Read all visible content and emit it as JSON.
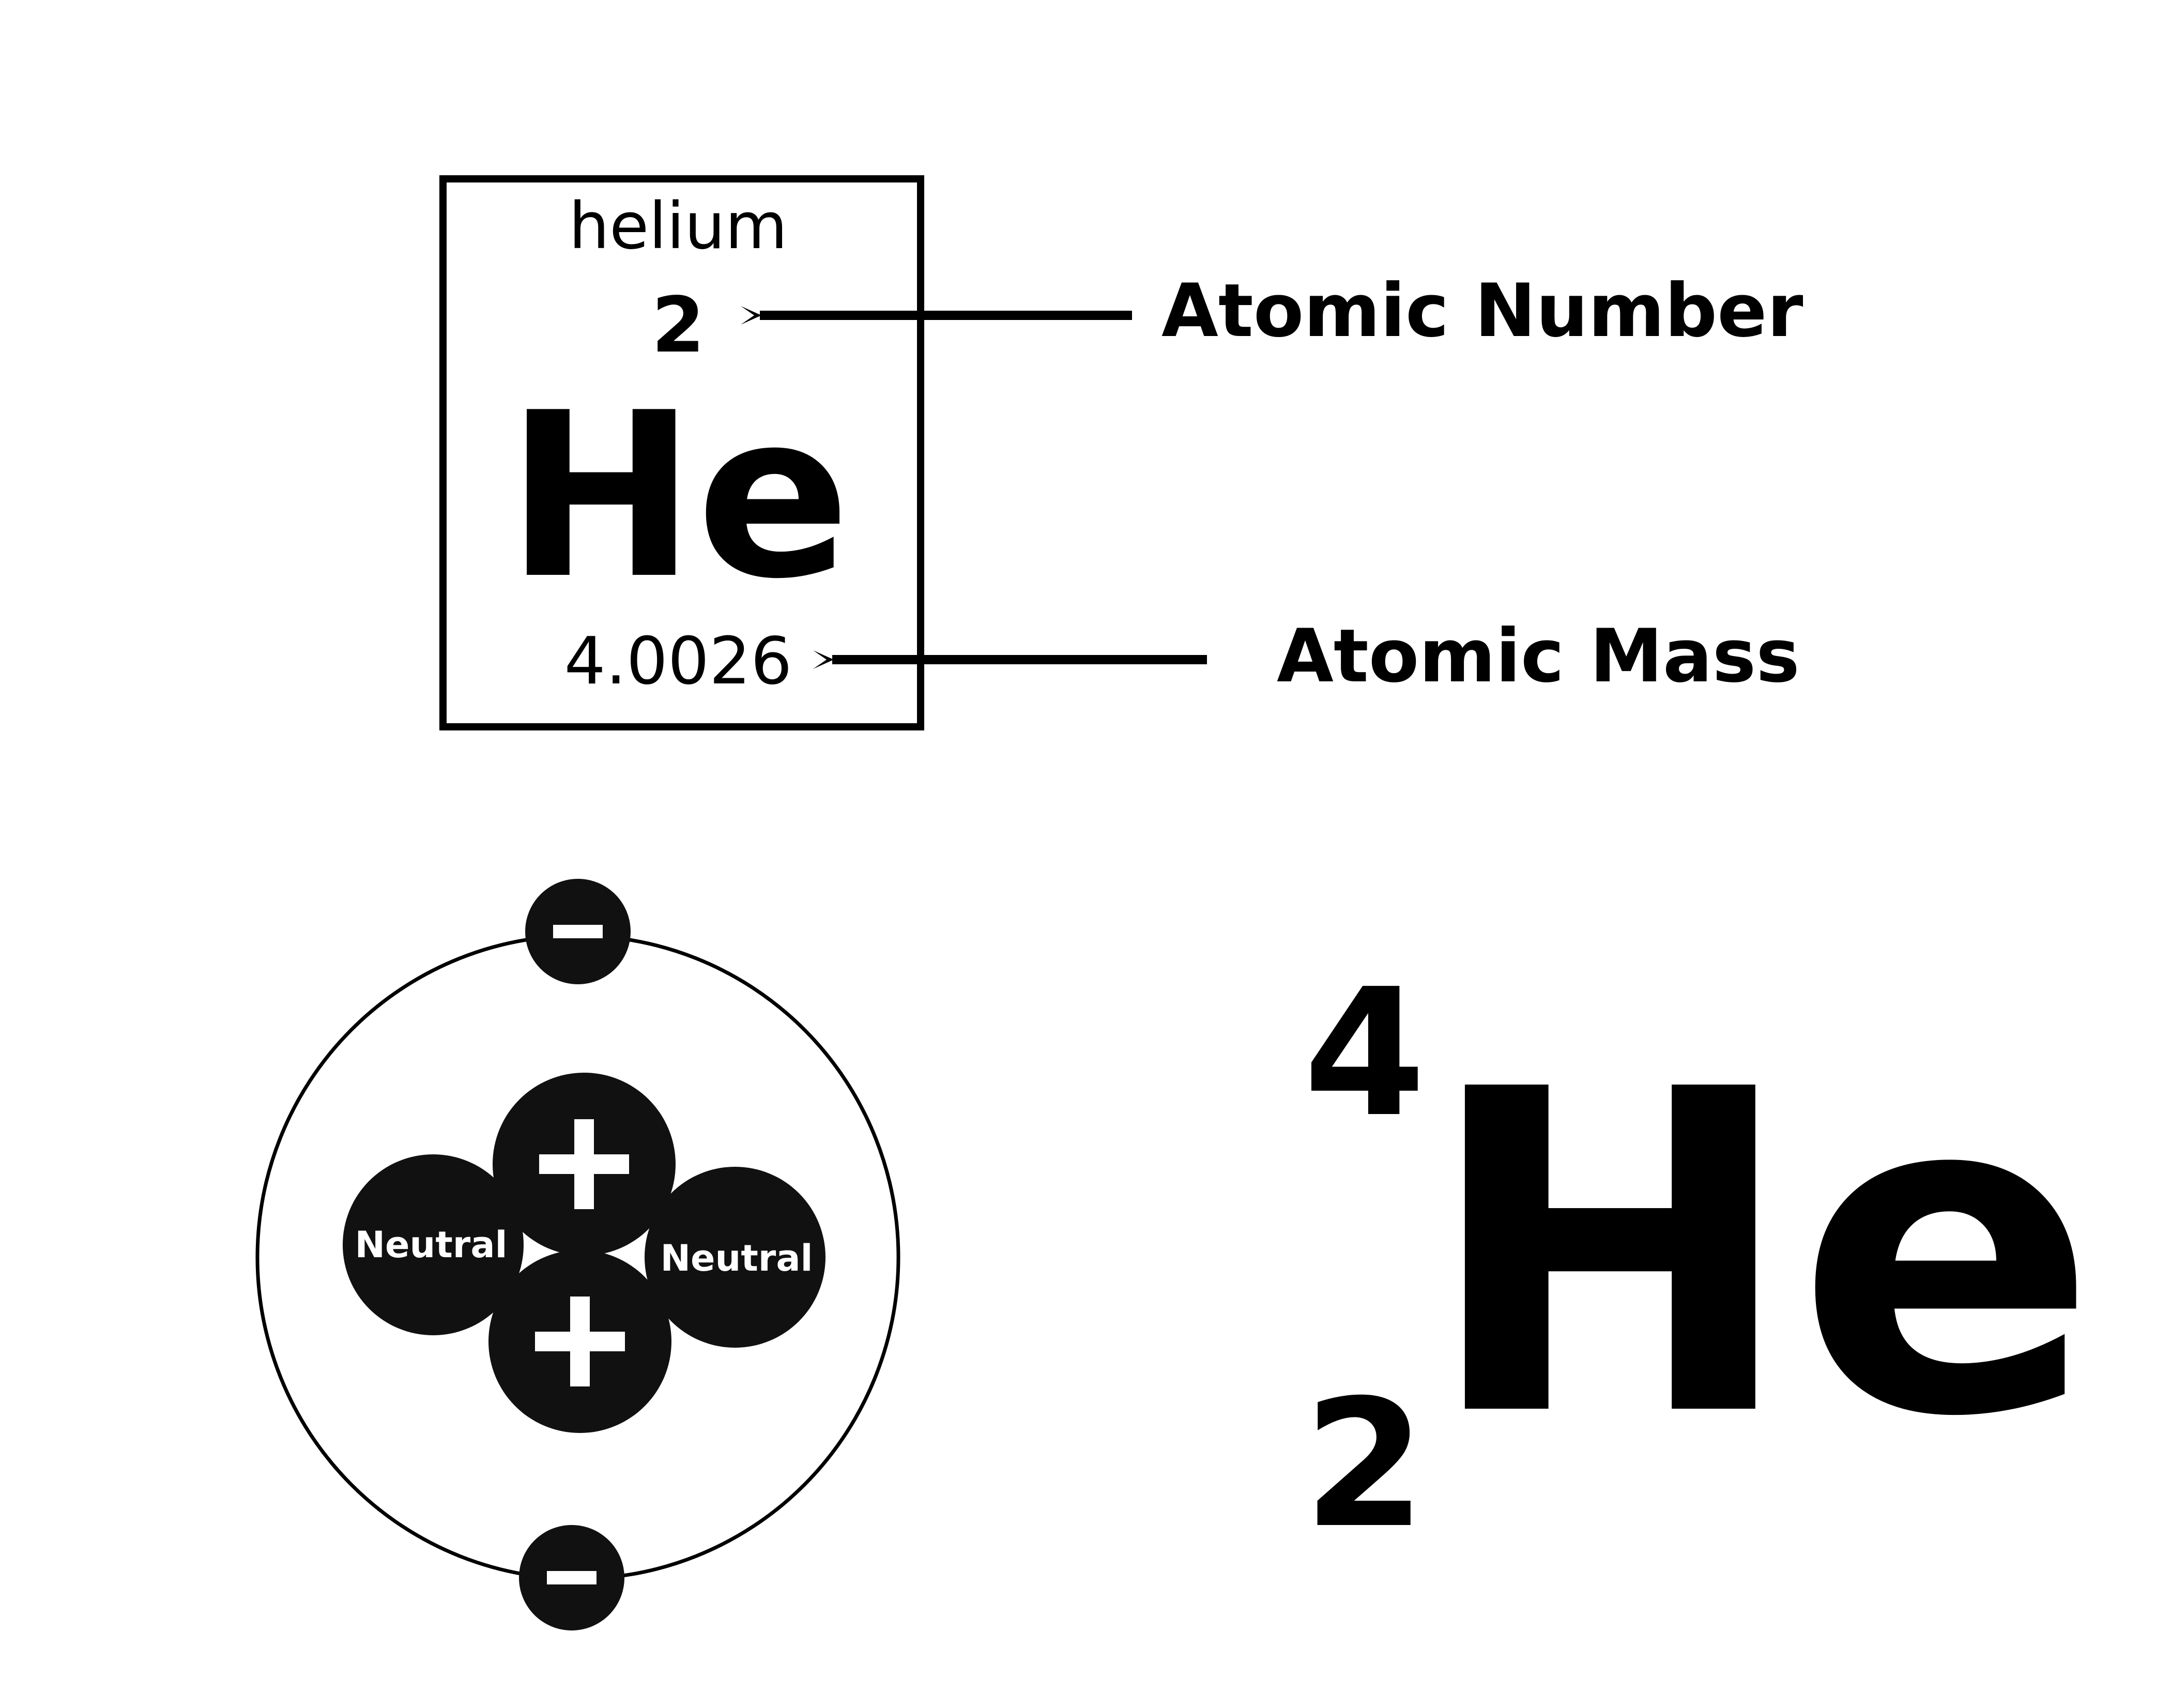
{
  "element_card": {
    "name": "helium",
    "atomic_number": "2",
    "symbol": "He",
    "atomic_mass": "4.0026"
  },
  "callouts": {
    "atomic_number": "Atomic Number",
    "atomic_mass": "Atomic Mass"
  },
  "atom_model": {
    "electron_sign": "−",
    "proton_sign": "+",
    "neutron_label": "Neutral"
  },
  "nuclide_notation": {
    "mass_number": "4",
    "atomic_number": "2",
    "symbol": "He"
  },
  "colors": {
    "ink": "#000000",
    "particle": "#111111",
    "background": "#ffffff"
  }
}
